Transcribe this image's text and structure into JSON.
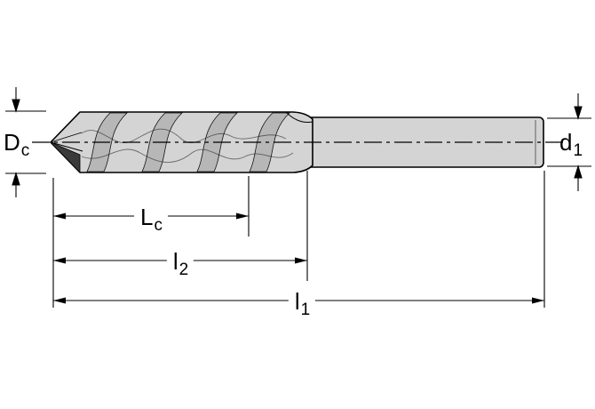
{
  "page": {
    "background": "#ffffff"
  },
  "diagram": {
    "type": "technical-drawing",
    "subject": "twist-drill-side-view",
    "colors": {
      "body_fill": "#d4d4d4",
      "flute_shade": "#b7b7b7",
      "dark_facet": "#3a3a3a",
      "line": "#000000"
    },
    "labels": {
      "cutting_diameter": {
        "main": "D",
        "sub": "c"
      },
      "shank_diameter": {
        "main": "d",
        "sub": "1"
      },
      "flute_length": {
        "main": "L",
        "sub": "c"
      },
      "length_l2": {
        "main": "l",
        "sub": "2"
      },
      "overall_length": {
        "main": "l",
        "sub": "1"
      }
    }
  }
}
